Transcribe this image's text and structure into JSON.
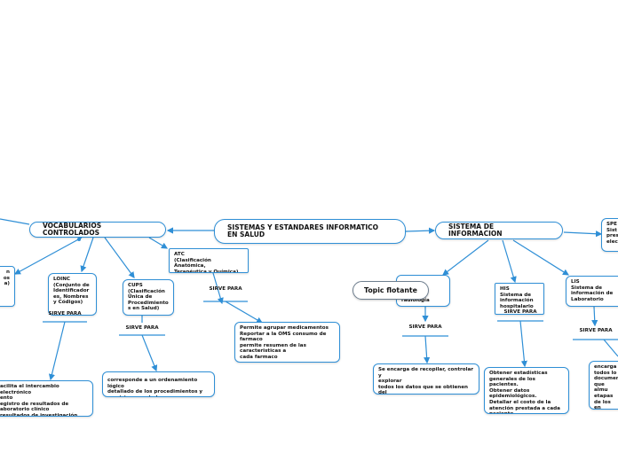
{
  "nodes": {
    "sistemas": "SISTEMAS Y ESTANDARES INFORMATICO\nEN SALUD",
    "vocabularios": "VOCABULARIOS CONTROLADOS",
    "sistema_info": "SISTEMA DE INFORMACION",
    "spe": "SPE\nSist\npres\nelec",
    "left_partial": "n\nos\na)",
    "loinc": "LOINC\n(Conjunto de\nIdentificador\nes, Nombres\ny Códigos)",
    "cups": "CUPS\n(Clasificación\nÚnica de\nProcedimiento\ns en Salud)",
    "atc": "ATC\n(Clasificación Anatómica,\nTerapéutica y Química)",
    "ris": "n\nradiología",
    "his": "HIS\nSistema de\ninformación\nhospitalario",
    "lis": "LIS\nSistema de\ninformación de\nLaboratorio",
    "loinc_desc": "acilita el intercambio electrónico\nento\negistro de resultados de\naboratorio clínico\n resultados de investigación",
    "cups_desc": "corresponde a un ordenamiento lógico\ndetallado de los procedimientos y\n servicios en salud",
    "atc_desc": "Permite agrupar medicamentos\nReportar a la OMS consumo de\nfarmaco\npermite resumen de las\ncaracteristicas a\ncada farmaco",
    "ris_desc": "Se encarga de recopilar, controlar y\nexplorar\ntodos los datos que se obtienen del\nservicio de radiodiagnóstico",
    "his_desc": "Obtener estadísticas\ngenerales de los pacientes.\nObtener datos\nepidemiológicos.\nDetallar el costo de la\natención prestada a cada\npaciente",
    "lis_desc": "encarga\n todos lo\ndocumen\nque almu\netapas\nde los en\nprocesos"
  },
  "labels": {
    "sirve_para": "SIRVE PARA"
  },
  "floating_topic": "Topic flotante",
  "colors": {
    "line": "#2f8fd6",
    "floating_border": "#6f7f8f"
  }
}
